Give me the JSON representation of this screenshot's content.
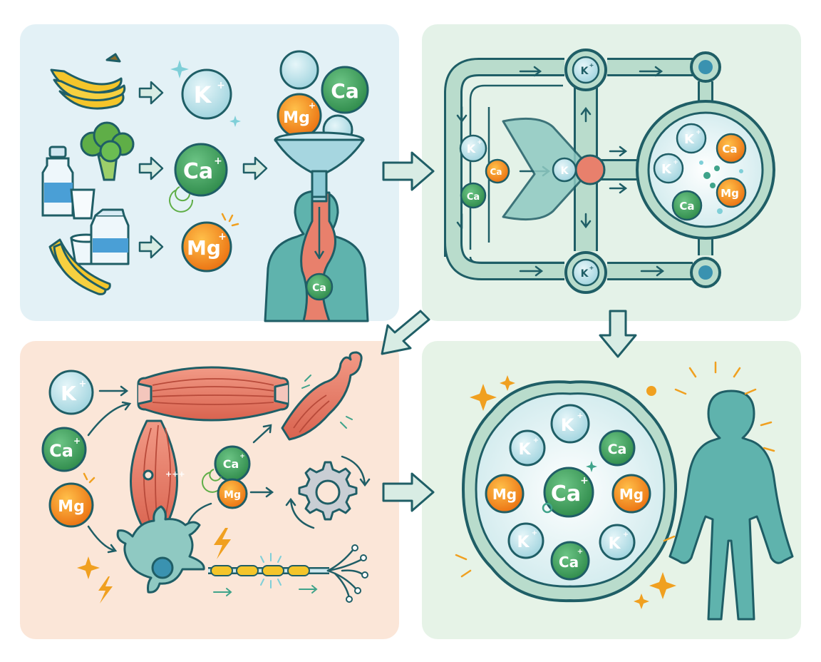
{
  "colors": {
    "panel_intake": "#e3f1f6",
    "panel_transport": "#e4f2e8",
    "panel_function": "#fbe6d8",
    "panel_balance": "#e6f3e7",
    "outline": "#1f5e66",
    "teal_body": "#5fb3ad",
    "potassium": "#bfe3ea",
    "calcium": "#3fa35d",
    "magnesium": "#f08a1c",
    "muscle": "#e8806c",
    "banana": "#f4c52a",
    "spark": "#f0a020",
    "arrow_fill": "#d8ece4"
  },
  "ions": {
    "potassium": "K",
    "calcium": "Ca",
    "magnesium": "Mg",
    "charge": "+"
  },
  "charge_plus3": "+++",
  "icons": {
    "food": [
      "banana-icon",
      "broccoli-icon",
      "milk-bottle-icon",
      "milk-glass-icon",
      "milk-carton-icon",
      "yogurt-cup-icon"
    ],
    "body": [
      "funnel-icon",
      "digestive-body-icon",
      "cell-membrane-icon",
      "muscle-fiber-icon",
      "flexed-arm-icon",
      "gear-icon",
      "neuron-icon",
      "lightning-icon",
      "sparkle-icon",
      "standing-person-icon"
    ]
  }
}
